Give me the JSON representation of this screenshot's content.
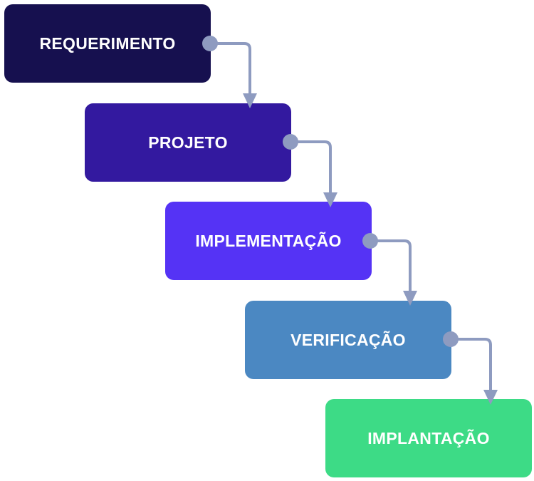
{
  "steps": [
    {
      "label": "REQUERIMENTO",
      "color": "#16104f"
    },
    {
      "label": "PROJETO",
      "color": "#33199f"
    },
    {
      "label": "IMPLEMENTAÇÃO",
      "color": "#5533f5"
    },
    {
      "label": "VERIFICAÇÃO",
      "color": "#4b88c2"
    },
    {
      "label": "IMPLANTAÇÃO",
      "color": "#3ddb86"
    }
  ],
  "connector_color": "#8e9bc0"
}
